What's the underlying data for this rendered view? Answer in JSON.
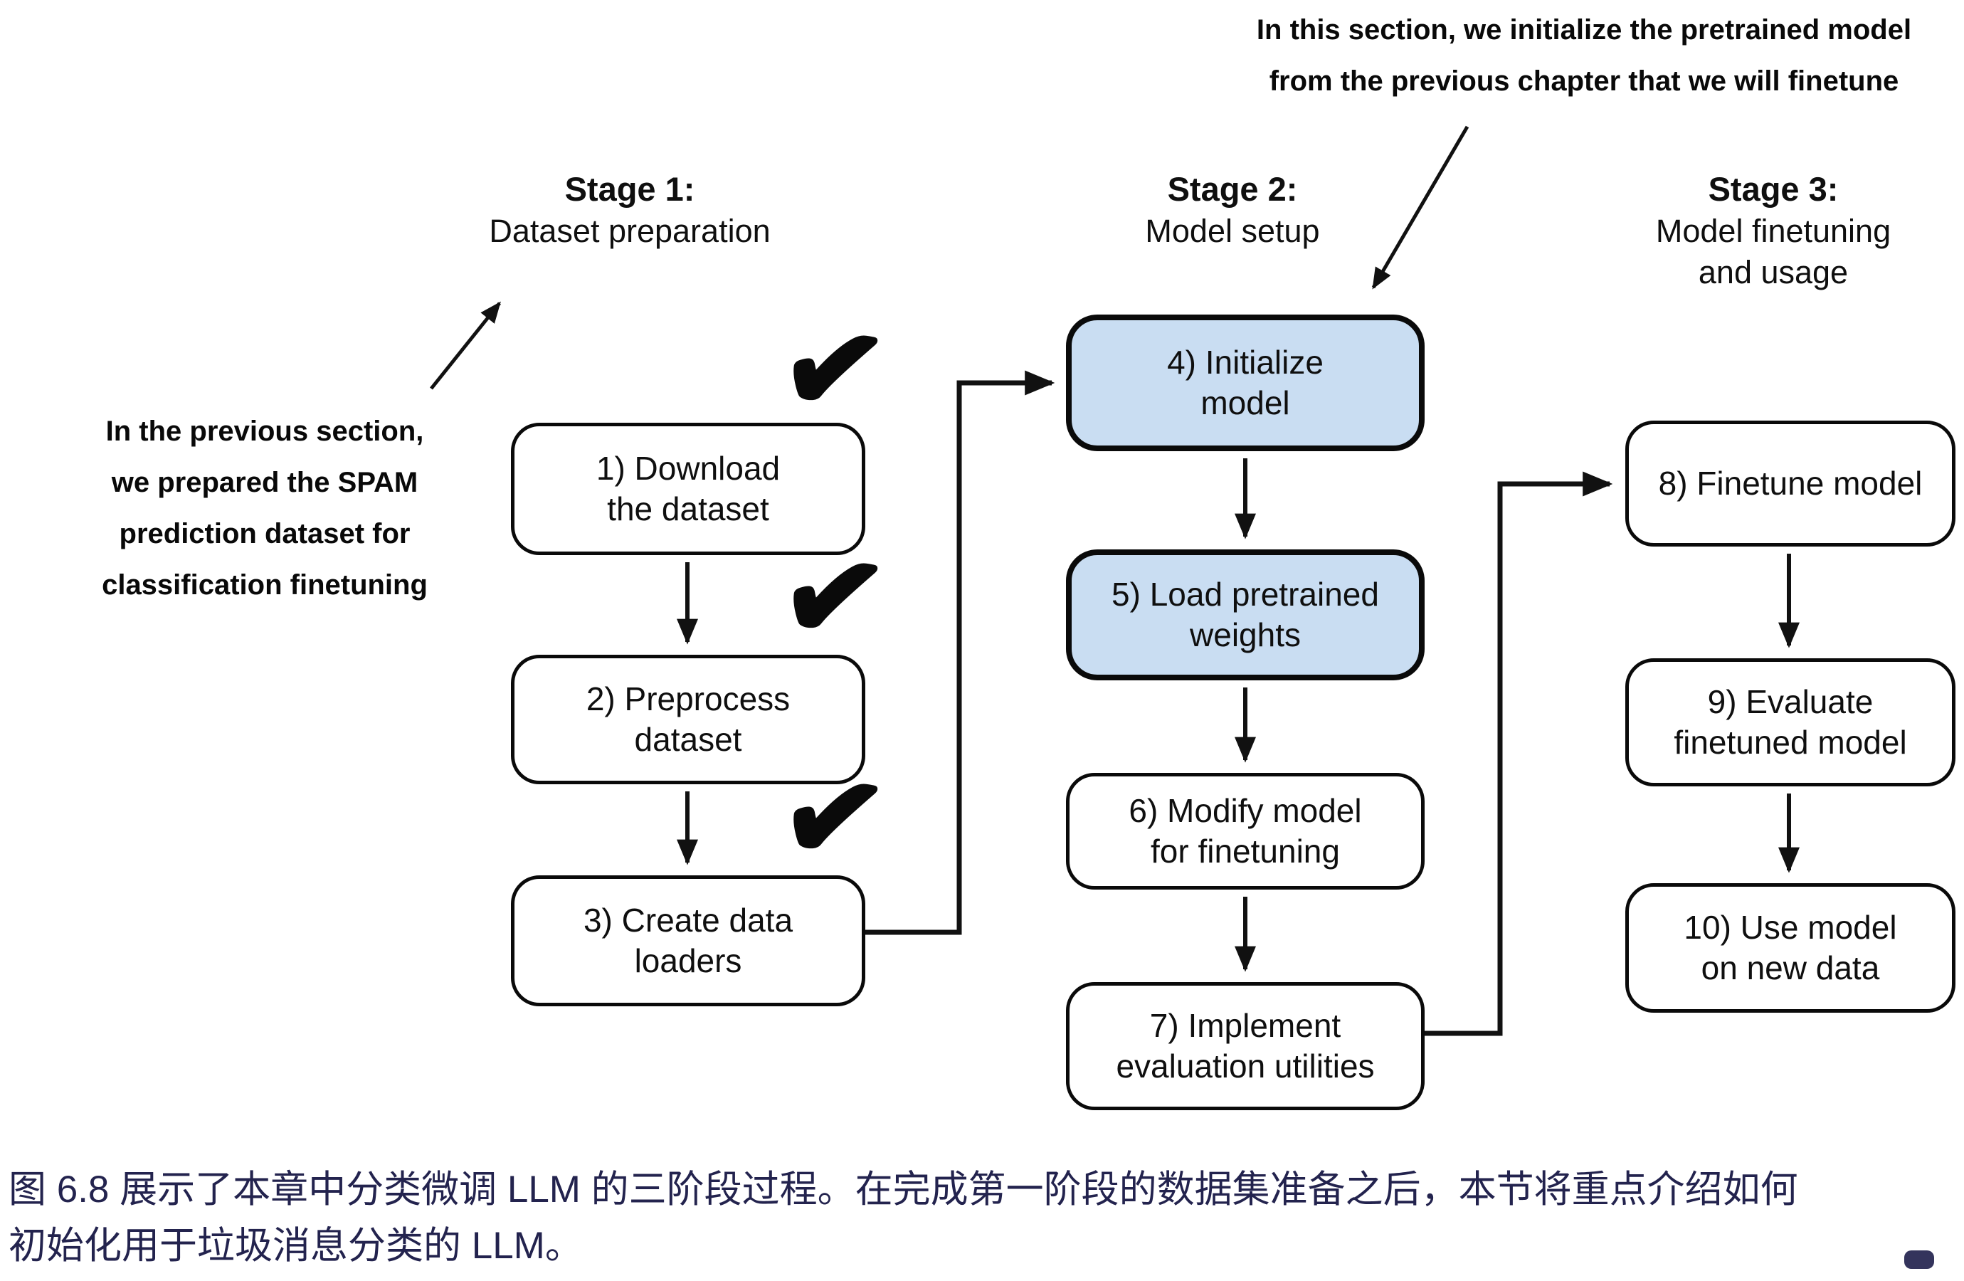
{
  "colors": {
    "box_fill_highlight": "#c9ddf2",
    "box_border": "#0a0a0a",
    "line": "#111111",
    "caption_text": "#23234e"
  },
  "icons": {
    "checkmark": "✔"
  },
  "annotations": {
    "top": "In this section, we initialize the pretrained model\nfrom the previous chapter that we will finetune",
    "left": "In the previous section,\nwe prepared the SPAM\nprediction dataset for\nclassification finetuning"
  },
  "stages": [
    {
      "title": "Stage 1:",
      "subtitle": "Dataset preparation"
    },
    {
      "title": "Stage 2:",
      "subtitle": "Model setup"
    },
    {
      "title": "Stage 3:",
      "subtitle": "Model finetuning\nand usage"
    }
  ],
  "boxes": {
    "b1": "1) Download\nthe dataset",
    "b2": "2) Preprocess\ndataset",
    "b3": "3) Create data\nloaders",
    "b4": "4) Initialize\nmodel",
    "b5": "5) Load pretrained\nweights",
    "b6": "6) Modify model\nfor finetuning",
    "b7": "7) Implement\nevaluation utilities",
    "b8": "8) Finetune model",
    "b9": "9) Evaluate\nfinetuned model",
    "b10": "10) Use model\non new data"
  },
  "caption": "图 6.8 展示了本章中分类微调 LLM 的三阶段过程。在完成第一阶段的数据集准备之后，本节将重点介绍如何\n初始化用于垃圾消息分类的 LLM。"
}
